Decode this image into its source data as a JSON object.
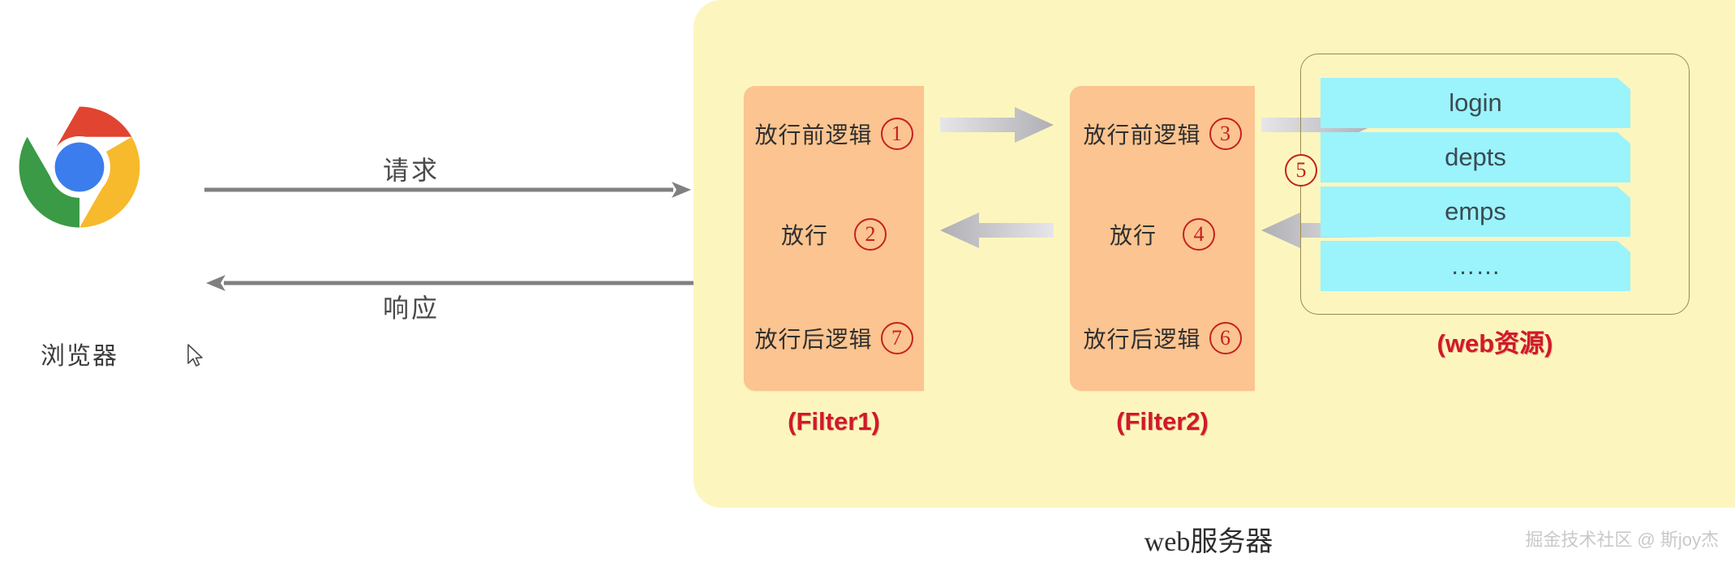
{
  "browser": {
    "icon": "chrome-logo-icon",
    "label": "浏览器",
    "cursor": "mouse-pointer-icon"
  },
  "flow": {
    "request_label": "请求",
    "response_label": "响应"
  },
  "server": {
    "caption": "web服务器",
    "panel_color": "#FCF6BE"
  },
  "filters": [
    {
      "caption": "(Filter1)",
      "box_color": "#FBC490",
      "rows": [
        {
          "text": "放行前逻辑",
          "step": "1"
        },
        {
          "text": "放行",
          "step": "2"
        },
        {
          "text": "放行后逻辑",
          "step": "7"
        }
      ]
    },
    {
      "caption": "(Filter2)",
      "box_color": "#FBC490",
      "rows": [
        {
          "text": "放行前逻辑",
          "step": "3"
        },
        {
          "text": "放行",
          "step": "4"
        },
        {
          "text": "放行后逻辑",
          "step": "6"
        }
      ]
    }
  ],
  "web_resource": {
    "caption": "(web资源)",
    "step": "5",
    "item_color": "#9BF3FC",
    "items": [
      "login",
      "depts",
      "emps",
      "……"
    ]
  },
  "arrows": {
    "forward_icon": "arrow-right-icon",
    "backward_icon": "arrow-left-icon"
  },
  "colors": {
    "accent_red": "#d1192a",
    "orange": "#FBC490",
    "cyan": "#9BF3FC",
    "pale_yellow": "#FCF6BE",
    "arrow_grey": "#808080"
  },
  "watermark": "掘金技术社区 @ 斯joy杰"
}
